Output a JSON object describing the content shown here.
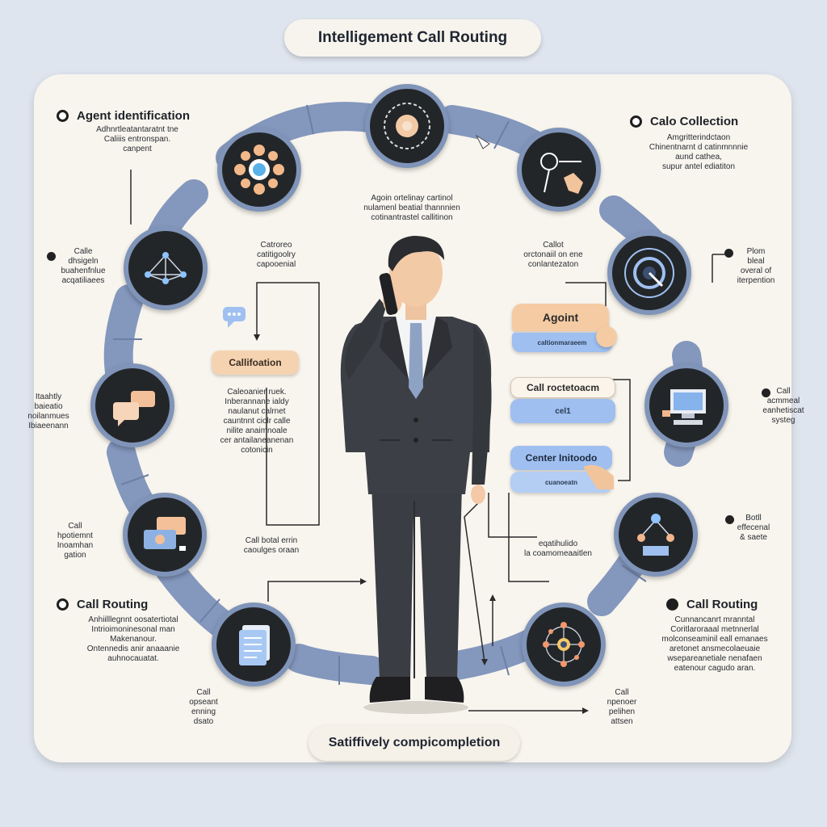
{
  "title": "Intelligement Call Routing",
  "footer": "Satiffively compicompletion",
  "colors": {
    "background": "#dfe5ee",
    "panel": "#f8f5ee",
    "ring": "#8497bd",
    "node": "#232629",
    "accent_orange": "#f2c49b",
    "accent_blue": "#8eb1e4",
    "suit": "#3c3f45"
  },
  "sections": {
    "top_left": {
      "heading": "Agent identification",
      "body": "Adhnrtleatantaratnt tne\nCaliiis entronspan.\ncanpent"
    },
    "top_right": {
      "heading": "Calo Collection",
      "body": "Amgritterindctaon\nChinentnarnt d catinmnnnie\naund cathea,\nsupur antel ediatiton"
    },
    "bottom_left": {
      "heading": "Call Routing",
      "body": "Anhiilllegnnt oosatertiotal\nIntrioimoninesonal man\nMakenanour.\nOntennedis anir anaaanie\nauhnocauatat."
    },
    "bottom_right": {
      "heading": "Call Routing",
      "body": "Cunnancanrt mranntal\nCoritlaroraaal metnnerlal\nmolconseaminil eall emanaes\naretonet ansmecolaeuaie\nwsepareanetiale nenafaen\neatenour cagudo aran."
    }
  },
  "side_labels": {
    "left_1": "Calle\ndhsigeln\nbuahenfnlue\nacqatiliaees",
    "left_2": "Itaahtly\nbaieatio\nnoilanmues\nIbiaeenann",
    "left_3": "Call\nhpotiemnt\nInoamhan\ngation",
    "left_bottom": "Call\nopseant\nenning\ndsato",
    "right_1": "Plom\nbleal\noveral of\niterpention",
    "right_2": "Call\nacmmeal\neanhetiscat\nsysteg",
    "right_3": "Botll\neffecenal\n& saete",
    "right_bottom": "Call\nnpenoer\npelihen\nattsen"
  },
  "center_texts": {
    "top_center": "Agoin ortelinay cartinol\nnulamenl beatial thannnien\ncotinantrastel callitinon",
    "left_mid": "Catroreo\ncatitigoolry\ncapooenial",
    "right_mid": "Callot\norctonaiil on ene\nconlantezaton",
    "left_col": "Caleoanier ruek.\nInberannane ialdy\nnaulanut calrnet\ncauntnnt ciolr calle\nnilite anaimnoale\ncer antailaneanenan\ncotonicin",
    "left_low": "Call botal errin\ncaoulges oraan",
    "right_low": "eqatihulido\nla coamomeaaitlen"
  },
  "chips": {
    "left": "Callifoation",
    "agent": "Agoint",
    "agent_sub": "caltionmaraeem",
    "call_collection": "Call roctetoacm",
    "call_collection_sub": "cel1",
    "center": "Center Initoodo",
    "center_sub": "cuanoeatn"
  },
  "node_icons": [
    "gear-flower-icon",
    "network-icon",
    "chat-bubbles-icon",
    "message-cards-icon",
    "document-icon",
    "target-network-icon",
    "hub-network-icon",
    "computer-icon",
    "flowchart-icon",
    "cursor-hand-icon",
    "spiral-icon"
  ]
}
